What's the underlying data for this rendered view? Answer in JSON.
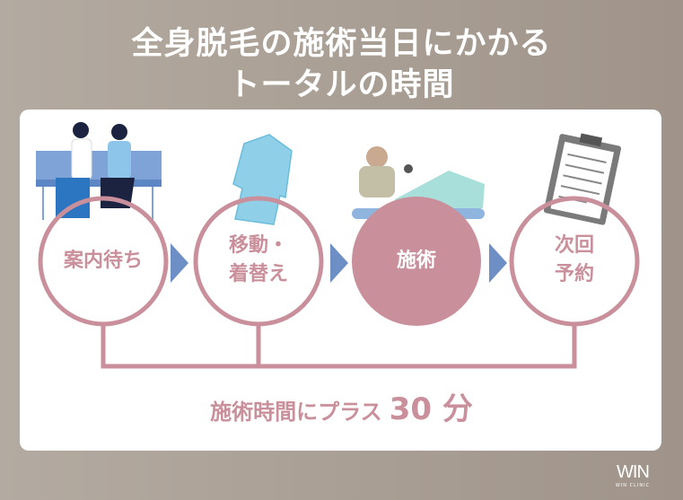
{
  "title": {
    "line1": "全身脱毛の施術当日にかかる",
    "line2": "トータルの時間"
  },
  "steps": [
    {
      "label_line1": "案内待ち",
      "label_line2": "",
      "icon": "waiting-women-bench-icon"
    },
    {
      "label_line1": "移動・",
      "label_line2": "着替え",
      "icon": "gown-icon"
    },
    {
      "label_line1": "施術",
      "label_line2": "",
      "icon": "treatment-icon"
    },
    {
      "label_line1": "次回",
      "label_line2": "予約",
      "icon": "clipboard-icon"
    }
  ],
  "total": {
    "prefix": "施術時間にプラス",
    "amount": "30 分"
  },
  "logo": {
    "mark": "WIN",
    "sub": "WIN CLINIC"
  },
  "colors": {
    "accent": "#c98f9b",
    "arrow": "#6e8fc5",
    "card": "#ffffff"
  }
}
